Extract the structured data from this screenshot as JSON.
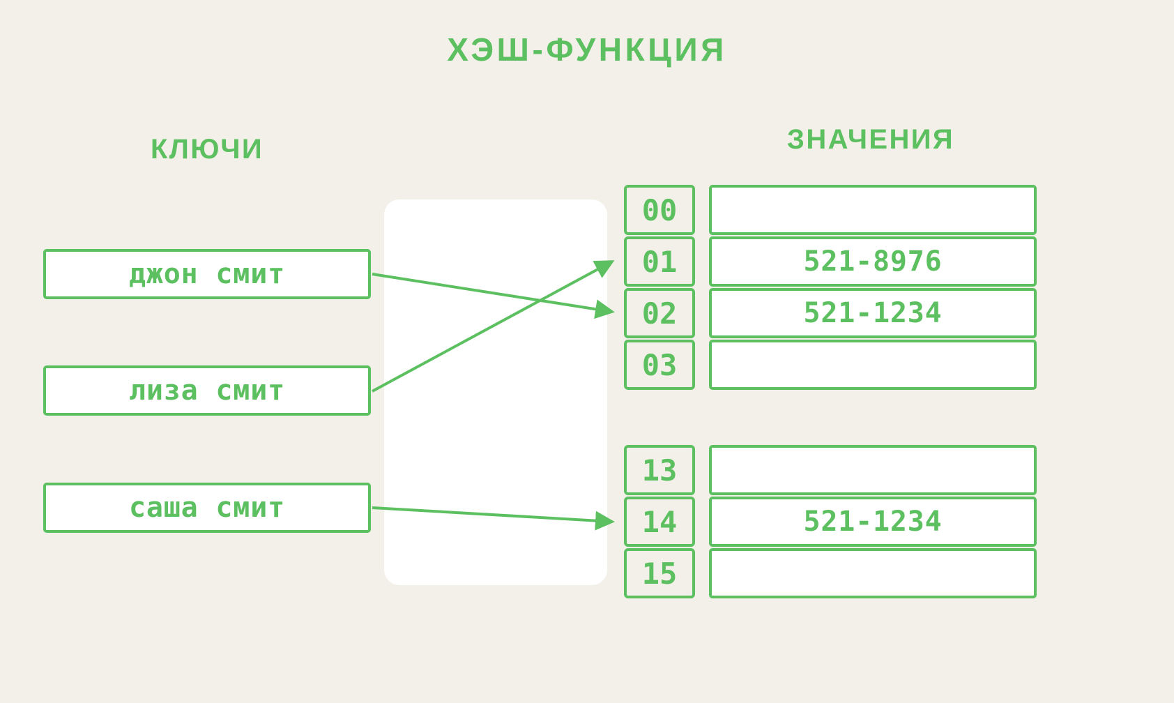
{
  "page": {
    "background_color": "#f3f0e9",
    "accent_color": "#5cc060",
    "box_fill_color": "#ffffff"
  },
  "title": "ХЭШ-ФУНКЦИЯ",
  "columns": {
    "keys_heading": "КЛЮЧИ",
    "values_heading": "ЗНАЧЕНИЯ"
  },
  "keys": [
    {
      "label": "джон смит"
    },
    {
      "label": "лиза смит"
    },
    {
      "label": "саша смит"
    }
  ],
  "hash_function_box": {
    "label": ""
  },
  "slot_groups": [
    {
      "slots": [
        {
          "index": "00",
          "value": ""
        },
        {
          "index": "01",
          "value": "521-8976"
        },
        {
          "index": "02",
          "value": "521-1234"
        },
        {
          "index": "03",
          "value": ""
        }
      ]
    },
    {
      "slots": [
        {
          "index": "13",
          "value": ""
        },
        {
          "index": "14",
          "value": "521-1234"
        },
        {
          "index": "15",
          "value": ""
        }
      ]
    }
  ],
  "mappings": [
    {
      "from": "джон смит",
      "to": "02"
    },
    {
      "from": "лиза смит",
      "to": "01"
    },
    {
      "from": "саша смит",
      "to": "14"
    }
  ]
}
